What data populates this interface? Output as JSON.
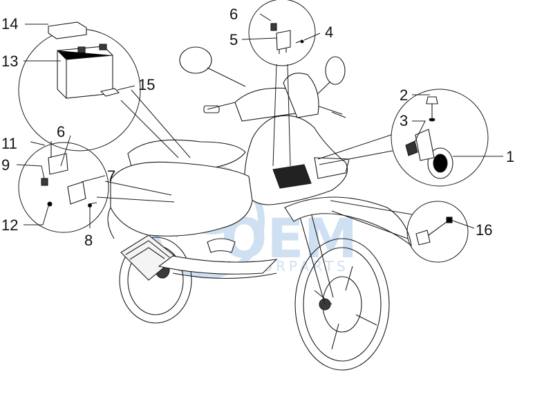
{
  "diagram": {
    "colors": {
      "line": "#1a1a1a",
      "part_fill": "#ffffff",
      "dark_part": "#3a3a3a",
      "watermark": "#a8c8e8"
    },
    "callouts": [
      {
        "id": "1",
        "label": "1"
      },
      {
        "id": "2",
        "label": "2"
      },
      {
        "id": "3",
        "label": "3"
      },
      {
        "id": "4",
        "label": "4"
      },
      {
        "id": "5",
        "label": "5"
      },
      {
        "id": "6a",
        "label": "6"
      },
      {
        "id": "6b",
        "label": "6"
      },
      {
        "id": "7",
        "label": "7"
      },
      {
        "id": "8",
        "label": "8"
      },
      {
        "id": "9",
        "label": "9"
      },
      {
        "id": "11",
        "label": "11"
      },
      {
        "id": "12",
        "label": "12"
      },
      {
        "id": "13",
        "label": "13"
      },
      {
        "id": "14",
        "label": "14"
      },
      {
        "id": "15",
        "label": "15"
      },
      {
        "id": "16",
        "label": "16"
      }
    ],
    "watermark": {
      "logo_text": "OEM",
      "sub_text": "MOTORPARTS",
      "color": "#a8c8e8"
    }
  }
}
